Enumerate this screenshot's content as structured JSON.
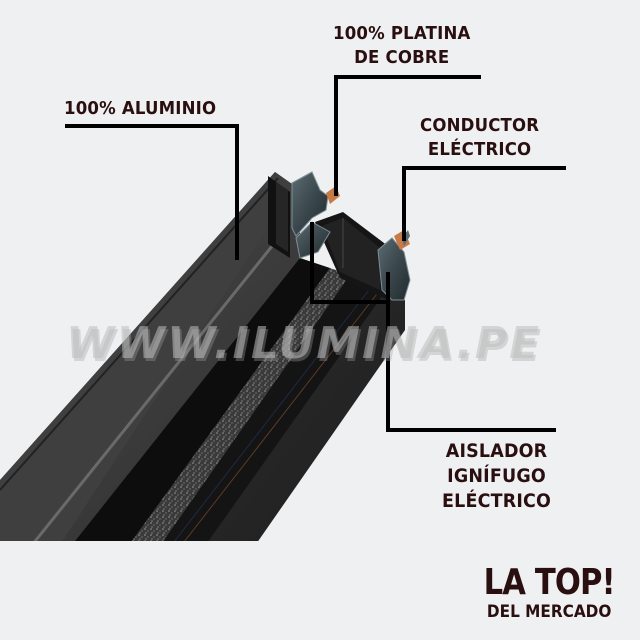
{
  "image": {
    "subject": "black aluminium lighting track rail cross-section with callout labels",
    "background": "#eff0f2",
    "text_color": "#2a0f10",
    "leader_color": "#000000"
  },
  "callouts": [
    {
      "id": "platina",
      "lines": [
        "100% PLATINA",
        "DE COBRE"
      ]
    },
    {
      "id": "aluminio",
      "lines": [
        "100% ALUMINIO"
      ]
    },
    {
      "id": "conductor",
      "lines": [
        "CONDUCTOR",
        "ELÉCTRICO"
      ]
    },
    {
      "id": "aislador",
      "lines": [
        "AISLADOR",
        "IGNÍFUGO",
        "ELÉCTRICO"
      ]
    }
  ],
  "watermark": "WWW.ILUMINA.PE",
  "badge": {
    "headline": "LA TOP!",
    "subline": "DEL MERCADO"
  }
}
